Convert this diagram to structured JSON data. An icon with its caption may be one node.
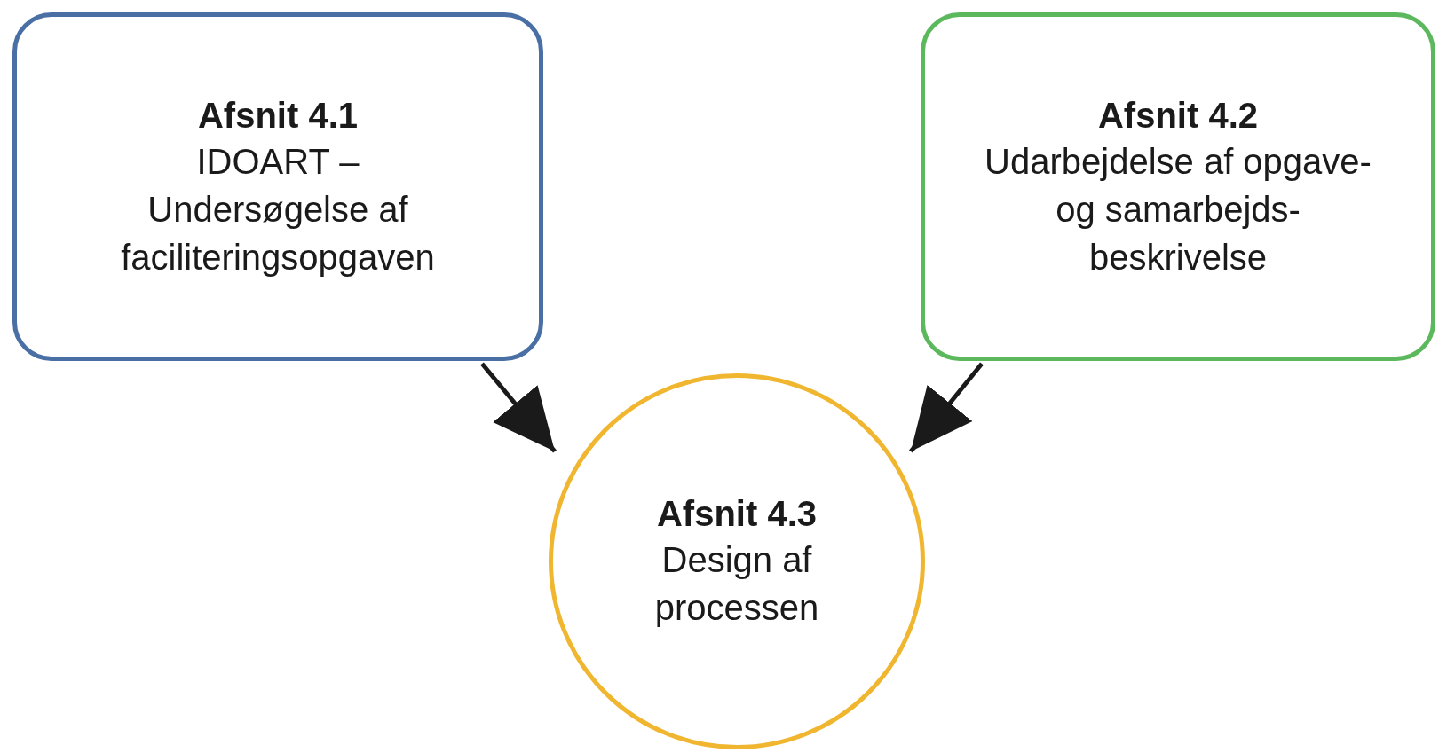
{
  "diagram": {
    "nodes": [
      {
        "text": [
          "Afsnit 4.1",
          "IDOART – Undersøgelse af faciliteringsopgaven"
        ]
      },
      {
        "text": [
          "Afsnit 4.2",
          "Udarbejdelse af opgave- og samarbejds-beskrivelse"
        ]
      },
      {
        "text": [
          "Afsnit 4.3",
          "Design af processen"
        ]
      }
    ],
    "edges": [
      {
        "from": 0,
        "to": 2,
        "arrow": "to"
      },
      {
        "from": 1,
        "to": 2,
        "arrow": "to"
      }
    ]
  }
}
